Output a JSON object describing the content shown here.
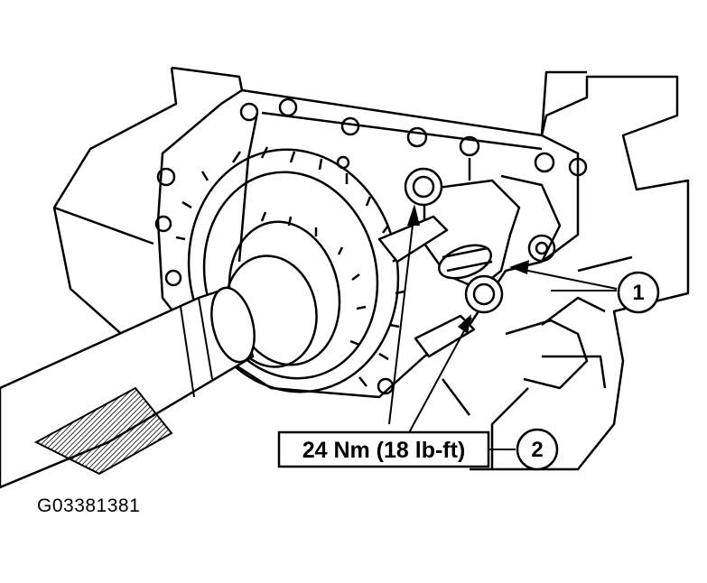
{
  "figure": {
    "callouts": [
      {
        "number": "1",
        "meaning": ""
      },
      {
        "number": "2",
        "meaning": ""
      }
    ],
    "torque_label": "24 Nm (18 lb-ft)",
    "figure_id": "G03381381"
  },
  "colors": {
    "ink": "#000000",
    "paper": "#ffffff"
  }
}
